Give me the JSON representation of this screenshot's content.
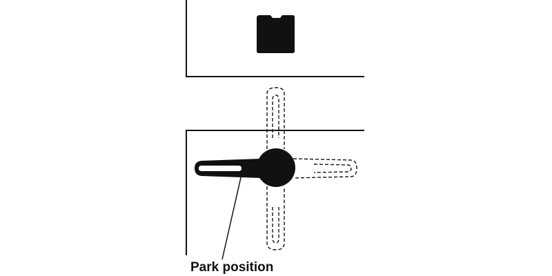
{
  "diagram": {
    "park_label": "Park position",
    "colors": {
      "ink": "#111111",
      "background": "#ffffff"
    },
    "parts": {
      "upper_unit": "unit-outline",
      "upper_block": "dark-block",
      "lower_unit": "unit-outline",
      "arm_hub": "pivot-hub",
      "arm_in_park": "solid-arm",
      "alternate_arm_positions": [
        "up",
        "right",
        "down"
      ]
    }
  }
}
